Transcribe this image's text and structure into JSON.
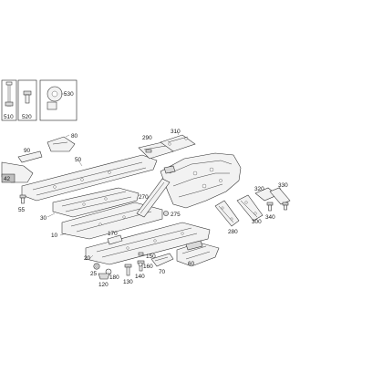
{
  "diagram": {
    "callouts": {
      "c510": "510",
      "c520": "520",
      "c530": "530",
      "c80": "80",
      "c90": "90",
      "c50": "50",
      "c42": "42",
      "c55": "55",
      "c30": "30",
      "c10": "10",
      "c170": "170",
      "c20": "20",
      "c25": "25",
      "c180": "180",
      "c120": "120",
      "c130": "130",
      "c140": "140",
      "c150": "150",
      "c160": "160",
      "c70": "70",
      "c60": "60",
      "c290": "290",
      "c310": "310",
      "c270": "270",
      "c275": "275",
      "c280": "280",
      "c300": "300",
      "c320": "320",
      "c330": "330",
      "c340": "340"
    }
  }
}
